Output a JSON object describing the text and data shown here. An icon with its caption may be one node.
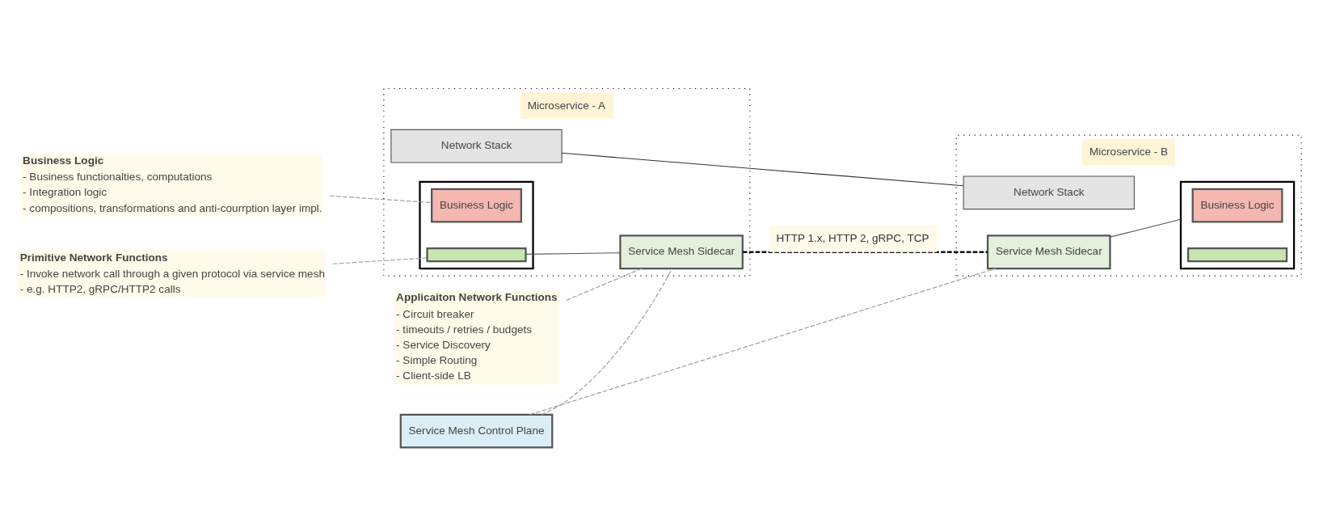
{
  "diagram": {
    "nodes": [
      {
        "text": [
          "Applicaiton Network Functions",
          "- Circuit breaker",
          "- timeouts / retries / budgets",
          "- Service Discovery",
          "- Simple Routing",
          "- Client-side LB"
        ]
      },
      {
        "text": [
          "Business Logic",
          "- Business functionalties, computations",
          "- Integration logic",
          "- compositions, transformations and anti-courrption layer impl."
        ]
      },
      {
        "text": [
          "Service Mesh Control Plane"
        ]
      },
      {
        "text": [
          "Microservice - A"
        ]
      },
      {
        "text": [],
        "shape": "box",
        "in": 3
      },
      {
        "text": [
          "Business Logic"
        ],
        "in": 4
      },
      {
        "text": [],
        "shape": "bar",
        "in": 4
      },
      {
        "text": [
          "Service Mesh Sidecar"
        ],
        "in": 3
      },
      {
        "text": [
          "Network Stack"
        ],
        "in": 3
      },
      {
        "text": [
          "Microservice - B"
        ]
      },
      {
        "text": [],
        "shape": "box",
        "in": 9
      },
      {
        "text": [
          "Business Logic"
        ],
        "in": 10
      },
      {
        "text": [],
        "shape": "bar",
        "in": 10
      },
      {
        "text": [
          "Service Mesh Sidecar"
        ],
        "in": 9
      },
      {
        "text": [
          "Network Stack"
        ],
        "in": 9
      },
      {
        "text": [
          "Primitive Network Functions",
          "- Invoke network call through a given protocol via service mesh",
          "- e.g. HTTP2, gRPC/HTTP2 calls"
        ]
      }
    ],
    "edges": [
      {
        "from": 1,
        "to": 5,
        "arrow": "none",
        "style": "dashed"
      },
      {
        "from": 0,
        "to": 7,
        "arrow": "none",
        "style": "dashed"
      },
      {
        "from": 15,
        "to": 6,
        "arrow": "none",
        "style": "dashed"
      },
      {
        "from": 2,
        "to": 7,
        "arrow": "none",
        "style": "dashed"
      },
      {
        "from": 2,
        "to": 13,
        "arrow": "none",
        "style": "dashed"
      },
      {
        "from": 6,
        "to": 7,
        "arrow": "none",
        "color": "#555555"
      },
      {
        "from": 7,
        "to": 13,
        "arrow": "none",
        "style": "dashed",
        "color": "#111111",
        "label": "HTTP 1.x, HTTP 2, gRPC, TCP"
      },
      {
        "from": 8,
        "to": 14,
        "arrow": "none",
        "color": "#333333"
      },
      {
        "from": 13,
        "to": 10,
        "arrow": "none",
        "color": "#555555"
      }
    ]
  }
}
